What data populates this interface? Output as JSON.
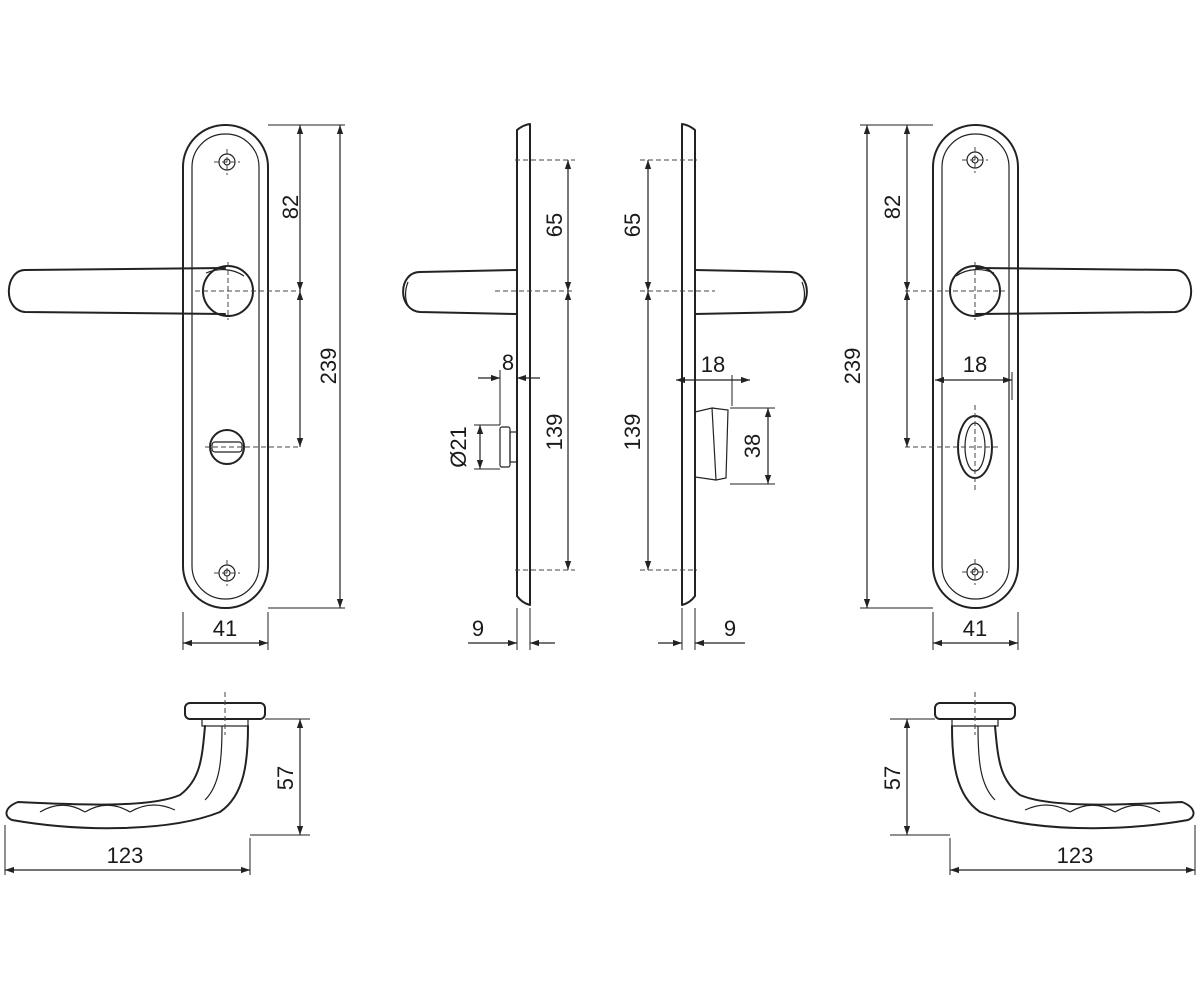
{
  "dimensions": {
    "left_plate": {
      "lever_axis": "82",
      "total_height": "239",
      "width": "41"
    },
    "left_side": {
      "lever_axis": "65",
      "spindle_distance": "139",
      "turn_offset": "8",
      "turn_diameter": "Ø21",
      "thickness": "9"
    },
    "right_side": {
      "lever_axis": "65",
      "spindle_distance": "139",
      "cylinder_offset": "18",
      "cylinder_height": "38",
      "thickness": "9"
    },
    "right_plate": {
      "lever_axis": "82",
      "total_height": "239",
      "cylinder_offset": "18",
      "width": "41"
    },
    "left_lever_top": {
      "projection": "57",
      "length": "123"
    },
    "right_lever_top": {
      "projection": "57",
      "length": "123"
    }
  }
}
